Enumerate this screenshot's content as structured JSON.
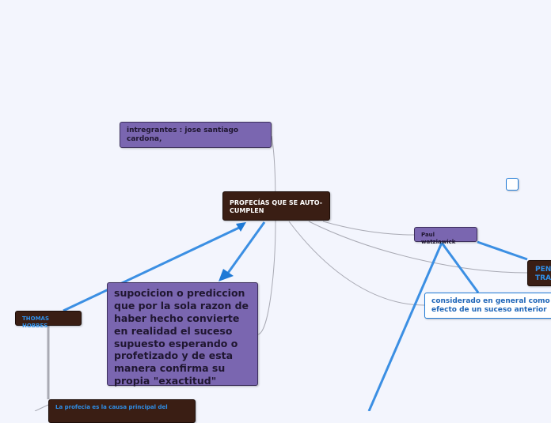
{
  "colors": {
    "topic_dark": "#3a1e14",
    "topic_purple": "#7a66b0",
    "link_gray": "#a9aab4",
    "link_blue": "#3b8fe3",
    "text_blue": "#2f8fe8"
  },
  "nodes": {
    "central": "PROFECÍAS QUE SE AUTO-CUMPLEN",
    "integrantes": "intregrantes : jose santiago cardona,",
    "suposicion": "supocicion o prediccion que por la sola razon de haber hecho convierte en realidad el suceso supuesto esperando o profetizado y de esta manera confirma su propia \"exactitud\"",
    "paul": "Paul watzlawick",
    "considerado": "considerado en general como efecto de un suceso anterior",
    "pen": "PEN TRA",
    "hobbes": "THOMAS HOBBES",
    "profecia": "La profecia es la causa principal del"
  }
}
